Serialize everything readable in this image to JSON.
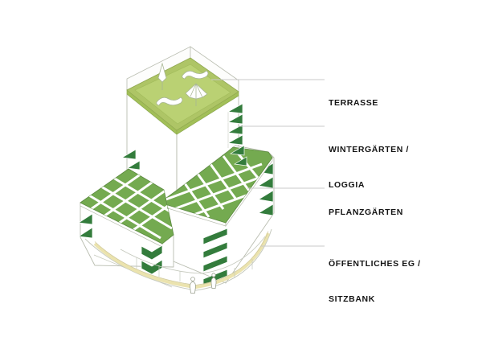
{
  "diagram": {
    "kind": "axonometric-building-diagram",
    "labels": {
      "terrasse": "TERRASSE",
      "wintergarten_line1": "WINTERGÄRTEN /",
      "wintergarten_line2": "LOGGIA",
      "pflanzgarten": "PFLANZGÄRTEN",
      "eg_line1": "ÖFFENTLICHES EG /",
      "eg_line2": "SITZBANK"
    },
    "icons": [
      "tree-icon",
      "lounger-icon",
      "parasol-icon",
      "person-icon"
    ],
    "colors": {
      "terrace_green": "#b6ce6f",
      "terrace_inner_green": "#bad173",
      "terrace_edge_green": "#a2bf58",
      "garden_green": "#74aa50",
      "balcony_dark_green": "#337c3c",
      "bench_yellow": "#ebe3ae",
      "outline_gray": "#b9bdb0",
      "leader_gray": "#c9c9c9",
      "label_black": "#151515"
    }
  }
}
